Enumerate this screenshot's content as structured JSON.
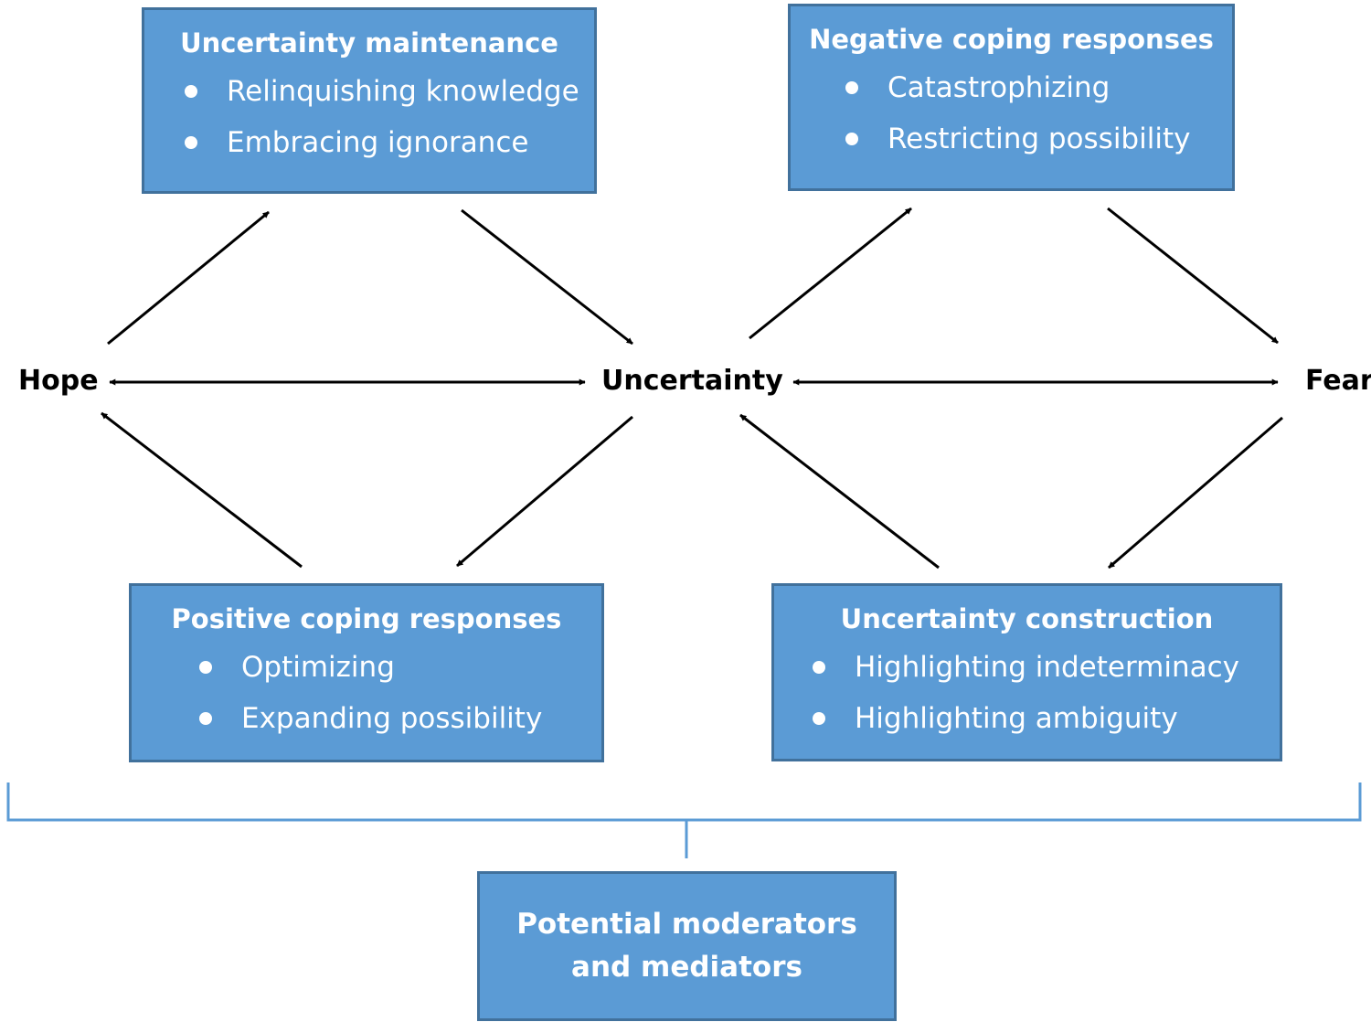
{
  "nodes": {
    "hope": "Hope",
    "uncertainty": "Uncertainty",
    "fear": "Fear"
  },
  "boxes": {
    "uncertainty_maintenance": {
      "title": "Uncertainty maintenance",
      "items": [
        "Relinquishing knowledge",
        "Embracing ignorance"
      ]
    },
    "negative_coping": {
      "title": "Negative coping responses",
      "items": [
        "Catastrophizing",
        "Restricting possibility"
      ]
    },
    "positive_coping": {
      "title": "Positive coping responses",
      "items": [
        "Optimizing",
        "Expanding possibility"
      ]
    },
    "uncertainty_construction": {
      "title": "Uncertainty construction",
      "items": [
        "Highlighting indeterminacy",
        "Highlighting ambiguity"
      ]
    }
  },
  "moderators": {
    "label": "Potential moderators\nand mediators"
  },
  "colors": {
    "box_fill": "#5b9bd5",
    "box_border": "#41719c",
    "bracket": "#5b9bd5",
    "arrow": "#000000"
  }
}
